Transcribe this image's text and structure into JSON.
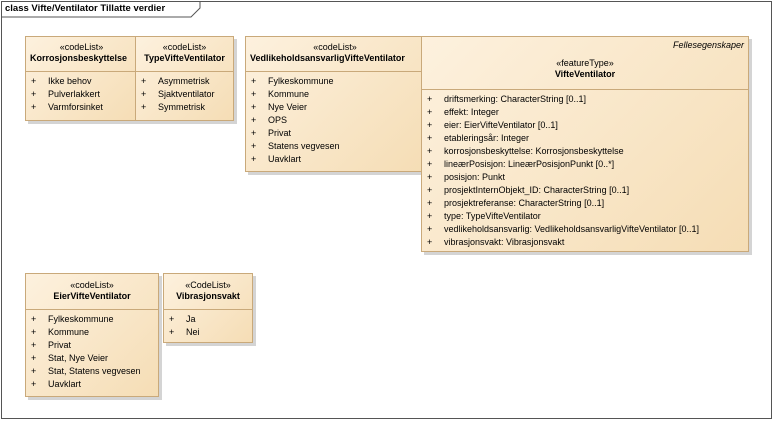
{
  "frame": {
    "title": "class Vifte/Ventilator Tillatte verdier"
  },
  "classes": {
    "korrosjon": {
      "stereotype": "«codeList»",
      "name": "Korrosjonsbeskyttelse",
      "items": [
        "Ikke behov",
        "Pulverlakkert",
        "Varmforsinket"
      ]
    },
    "type": {
      "stereotype": "«codeList»",
      "name": "TypeVifteVentilator",
      "items": [
        "Asymmetrisk",
        "Sjaktventilator",
        "Symmetrisk"
      ]
    },
    "vedlikehold": {
      "stereotype": "«codeList»",
      "name": "VedlikeholdsansvarligVifteVentilator",
      "items": [
        "Fylkeskommune",
        "Kommune",
        "Nye Veier",
        "OPS",
        "Privat",
        "Statens vegvesen",
        "Uavklart"
      ]
    },
    "vifte": {
      "package": "Fellesegenskaper",
      "stereotype": "«featureType»",
      "name": "VifteVentilator",
      "items": [
        "driftsmerking: CharacterString [0..1]",
        "effekt: Integer",
        "eier: EierVifteVentilator [0..1]",
        "etableringsår: Integer",
        "korrosjonsbeskyttelse: Korrosjonsbeskyttelse",
        "lineærPosisjon: LineærPosisjonPunkt [0..*]",
        "posisjon: Punkt",
        "prosjektInternObjekt_ID: CharacterString [0..1]",
        "prosjektreferanse: CharacterString [0..1]",
        "type: TypeVifteVentilator",
        "vedlikeholdsansvarlig: VedlikeholdsansvarligVifteVentilator [0..1]",
        "vibrasjonsvakt: Vibrasjonsvakt"
      ]
    },
    "eier": {
      "stereotype": "«codeList»",
      "name": "EierVifteVentilator",
      "items": [
        "Fylkeskommune",
        "Kommune",
        "Privat",
        "Stat, Nye Veier",
        "Stat, Statens vegvesen",
        "Uavklart"
      ]
    },
    "vibrasjon": {
      "stereotype": "«CodeList»",
      "name": "Vibrasjonsvakt",
      "items": [
        "Ja",
        "Nei"
      ]
    }
  },
  "plus_symbol": "+"
}
